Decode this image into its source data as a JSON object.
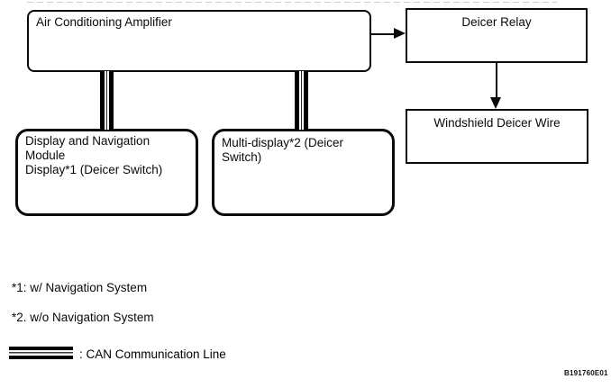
{
  "diagram": {
    "boxes": {
      "ac_amplifier": {
        "label": "Air Conditioning Amplifier"
      },
      "deicer_relay": {
        "label": "Deicer Relay"
      },
      "windshield_deicer_wire": {
        "label": "Windshield Deicer Wire"
      },
      "display_nav": {
        "line1": "Display and Navigation Module",
        "line2": "Display*1 (Deicer Switch)"
      },
      "multi_display": {
        "label": "Multi-display*2 (Deicer Switch)"
      }
    },
    "connections": {
      "can_line_count": 2,
      "arrow_amp_to_relay": "right",
      "arrow_relay_to_wire": "down"
    },
    "footnotes": {
      "note1": "*1: w/ Navigation System",
      "note2": "*2. w/o Navigation System"
    },
    "legend": {
      "symbol": "can-double-line",
      "label": ": CAN Communication Line"
    },
    "figure_code": "B191760E01",
    "colors": {
      "line": "#000000",
      "text": "#000000",
      "background": "#ffffff"
    }
  }
}
